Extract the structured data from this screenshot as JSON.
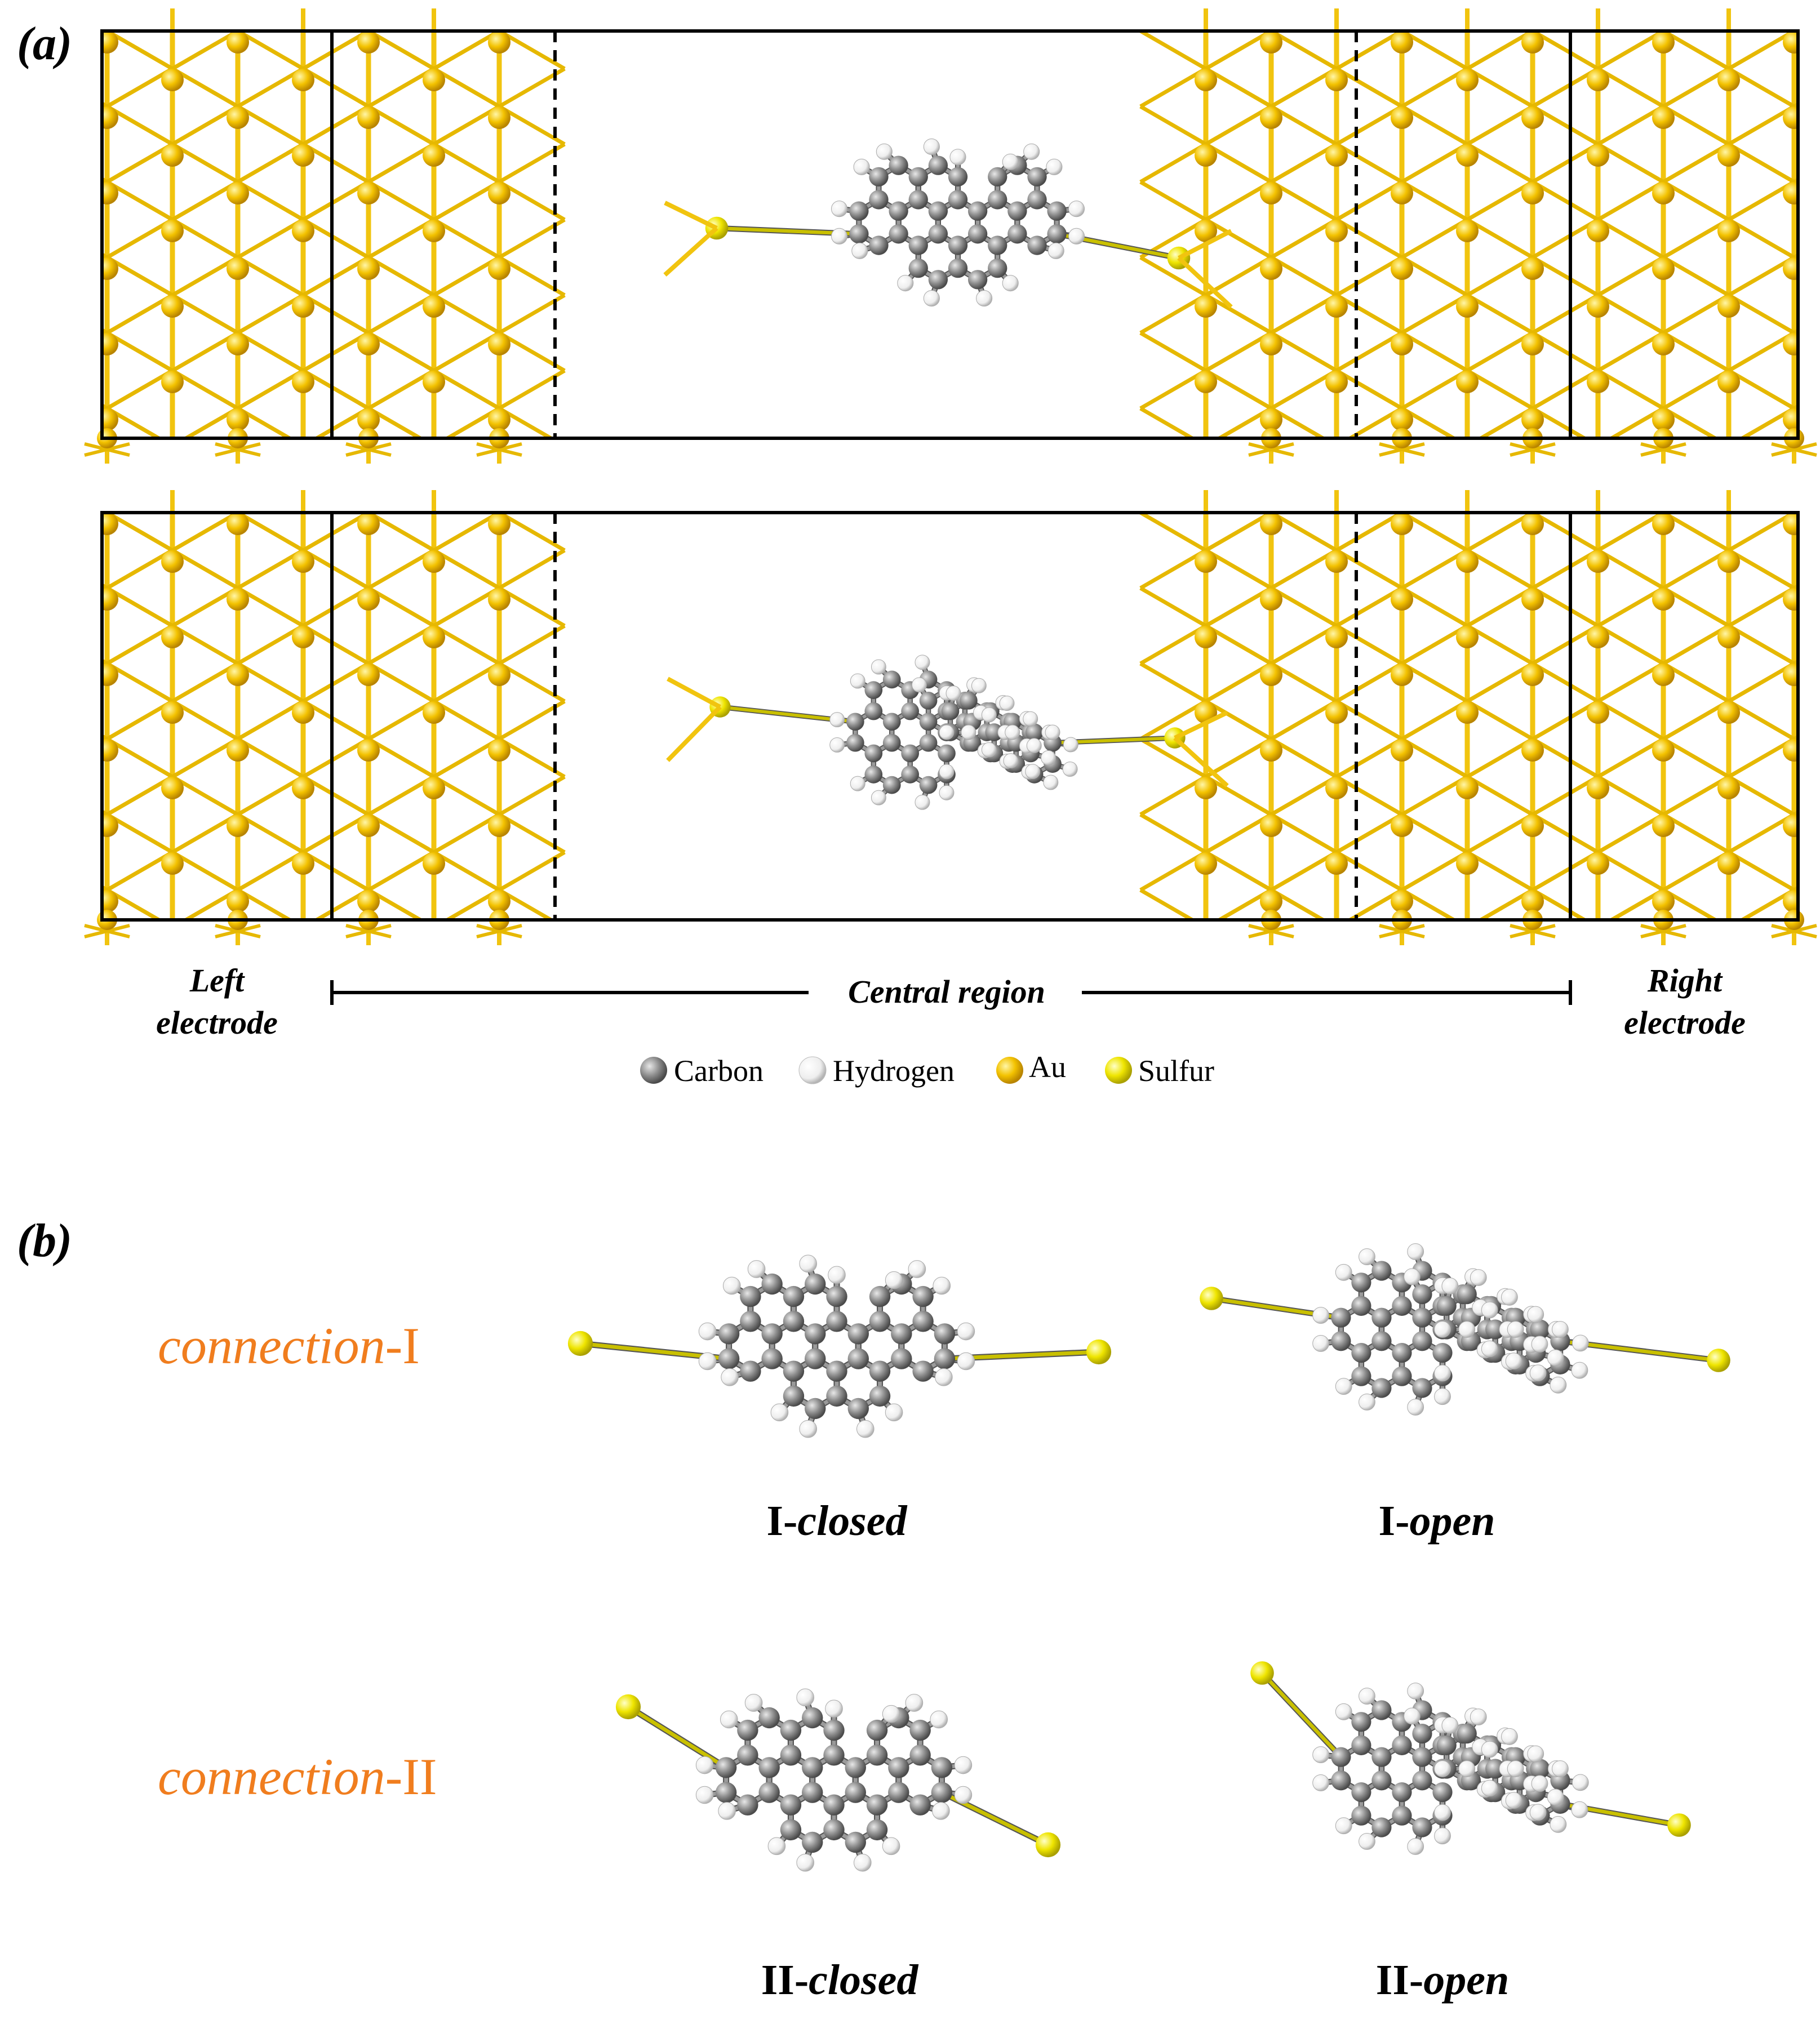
{
  "panel_a": {
    "label_open": "(",
    "label_letter": "a",
    "label_close": ")",
    "regions": {
      "left_line1": "Left",
      "left_line2": "electrode",
      "central": "Central region",
      "right_line1": "Right",
      "right_line2": "electrode"
    },
    "legend": [
      {
        "name": "Carbon",
        "color": "#8c8c8c"
      },
      {
        "name": "Hydrogen",
        "color": "#f4f4f4"
      },
      {
        "name": "Au",
        "color": "#f3b400"
      },
      {
        "name": "Sulfur",
        "color": "#f2e600"
      }
    ]
  },
  "panel_b": {
    "label_open": "(",
    "label_letter": "b",
    "label_close": ")",
    "rows": [
      {
        "connection_prefix": "connection",
        "connection_suffix": "-I",
        "closed_prefix": "I-",
        "closed_suffix": "closed",
        "open_prefix": "I-",
        "open_suffix": "open"
      },
      {
        "connection_prefix": "connection",
        "connection_suffix": "-II",
        "closed_prefix": "II-",
        "closed_suffix": "closed",
        "open_prefix": "II-",
        "open_suffix": "open"
      }
    ]
  },
  "colors": {
    "gold_bond": "#f1c40f",
    "gold_atom": "#f3b400",
    "sulfur": "#f2e600",
    "carbon": "#8c8c8c",
    "hydrogen": "#f4f4f4",
    "connection_text": "#f07d1e"
  }
}
